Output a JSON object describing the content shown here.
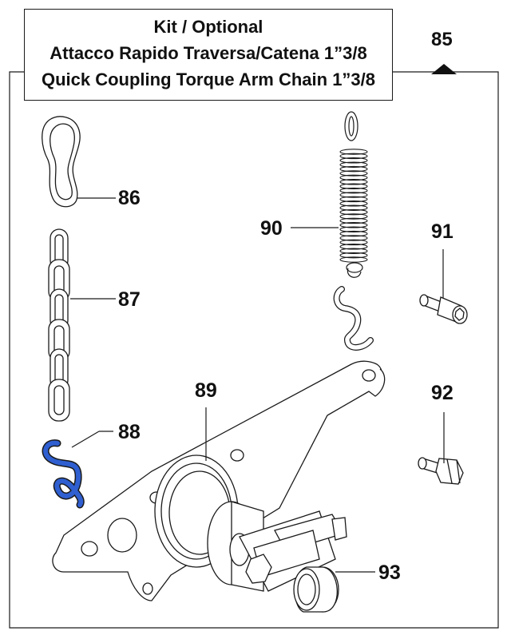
{
  "title": {
    "line1": "Kit / Optional",
    "line2": "Attacco Rapido Traversa/Catena 1”3/8",
    "line3": "Quick Coupling Torque Arm Chain 1”3/8"
  },
  "page_ref": "85",
  "parts": [
    {
      "id": "86",
      "name": "figure-eight-link"
    },
    {
      "id": "87",
      "name": "chain"
    },
    {
      "id": "88",
      "name": "s-hook",
      "highlight_color": "#2f5fd0"
    },
    {
      "id": "89",
      "name": "torque-arm-plate"
    },
    {
      "id": "90",
      "name": "tension-spring"
    },
    {
      "id": "91",
      "name": "socket-head-screw"
    },
    {
      "id": "92",
      "name": "hex-bolt"
    },
    {
      "id": "93",
      "name": "quick-coupling-hub"
    }
  ]
}
